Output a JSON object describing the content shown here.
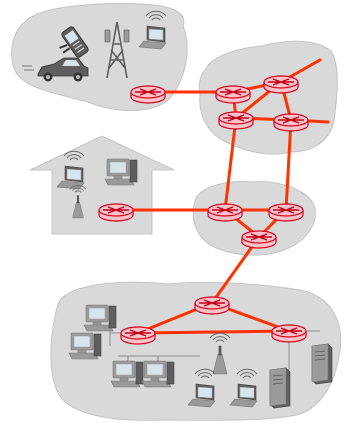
{
  "diagram": {
    "colors": {
      "cloud": "#d9d9d9",
      "cloud_edge": "#c4c4c4",
      "link": "#ff3300",
      "router_fill": "#ffc2c6",
      "router_edge": "#d4001f",
      "router_cross": "#c00018",
      "device": "#9a9a9a",
      "device_dark": "#5e5e5e",
      "screen": "#d8e4ea"
    },
    "regions": [
      {
        "name": "mobile-network",
        "kind": "cloud"
      },
      {
        "name": "global-isp",
        "kind": "cloud"
      },
      {
        "name": "home-network",
        "kind": "house"
      },
      {
        "name": "regional-isp",
        "kind": "cloud"
      },
      {
        "name": "institutional-network",
        "kind": "cloud"
      }
    ],
    "routers": [
      "mobile-router",
      "global-isp-router-top-left",
      "global-isp-router-top-right",
      "global-isp-router-bottom-left",
      "global-isp-router-bottom-right",
      "home-router",
      "regional-router-left",
      "regional-router-right",
      "regional-router-bottom",
      "institutional-router-top",
      "institutional-router-left",
      "institutional-router-right"
    ],
    "links": [
      [
        "mobile-router",
        "global-isp-router-top-left"
      ],
      [
        "global-isp-router-top-left",
        "global-isp-router-top-right"
      ],
      [
        "global-isp-router-top-left",
        "global-isp-router-bottom-left"
      ],
      [
        "global-isp-router-top-right",
        "global-isp-router-bottom-left"
      ],
      [
        "global-isp-router-top-right",
        "global-isp-router-bottom-right"
      ],
      [
        "global-isp-router-bottom-left",
        "global-isp-router-bottom-right"
      ],
      [
        "global-isp-router-top-right",
        "off-page-top-right"
      ],
      [
        "global-isp-router-bottom-right",
        "off-page-right"
      ],
      [
        "global-isp-router-bottom-left",
        "regional-router-left"
      ],
      [
        "global-isp-router-bottom-right",
        "regional-router-right"
      ],
      [
        "home-router",
        "regional-router-left"
      ],
      [
        "regional-router-left",
        "regional-router-right"
      ],
      [
        "regional-router-left",
        "regional-router-bottom"
      ],
      [
        "regional-router-right",
        "regional-router-bottom"
      ],
      [
        "regional-router-bottom",
        "institutional-router-top"
      ],
      [
        "institutional-router-top",
        "institutional-router-left"
      ],
      [
        "institutional-router-top",
        "institutional-router-right"
      ],
      [
        "institutional-router-left",
        "institutional-router-right"
      ]
    ],
    "devices": [
      {
        "name": "smartphone",
        "icon": "smartphone-icon"
      },
      {
        "name": "cell-tower",
        "icon": "cell-tower-icon"
      },
      {
        "name": "wireless-laptop-mobile",
        "icon": "laptop-icon"
      },
      {
        "name": "car",
        "icon": "car-icon"
      },
      {
        "name": "home-laptop",
        "icon": "laptop-icon"
      },
      {
        "name": "home-desktop",
        "icon": "desktop-icon"
      },
      {
        "name": "home-access-point",
        "icon": "wireless-access-point-icon"
      },
      {
        "name": "institution-desktop-1",
        "icon": "desktop-icon"
      },
      {
        "name": "institution-desktop-2",
        "icon": "desktop-icon"
      },
      {
        "name": "institution-desktop-3",
        "icon": "desktop-icon"
      },
      {
        "name": "institution-desktop-4",
        "icon": "desktop-icon"
      },
      {
        "name": "institution-access-point",
        "icon": "wireless-access-point-icon"
      },
      {
        "name": "institution-laptop-1",
        "icon": "laptop-icon"
      },
      {
        "name": "institution-laptop-2",
        "icon": "laptop-icon"
      },
      {
        "name": "server-1",
        "icon": "server-icon"
      },
      {
        "name": "server-2",
        "icon": "server-icon"
      }
    ]
  }
}
